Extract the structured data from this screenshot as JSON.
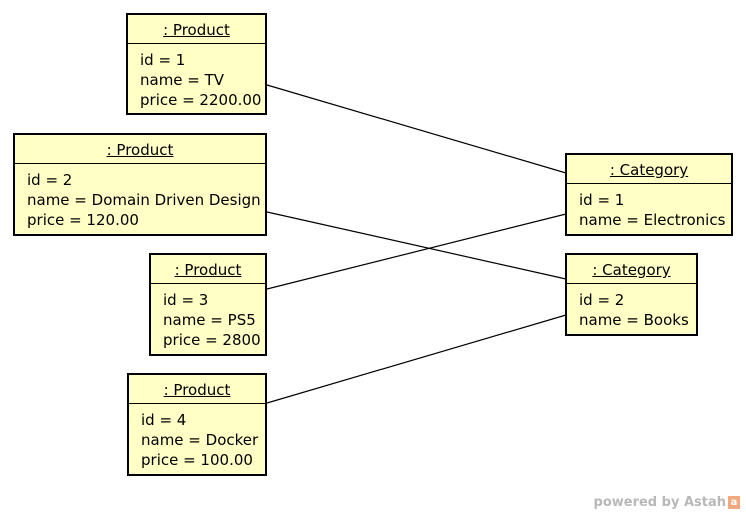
{
  "products": [
    {
      "title": ": Product",
      "attrs": [
        "id = 1",
        "name = TV",
        "price = 2200.00"
      ]
    },
    {
      "title": ": Product",
      "attrs": [
        "id = 2",
        "name = Domain Driven Design",
        "price = 120.00"
      ]
    },
    {
      "title": ": Product",
      "attrs": [
        "id = 3",
        "name = PS5",
        "price = 2800"
      ]
    },
    {
      "title": ": Product",
      "attrs": [
        "id = 4",
        "name = Docker",
        "price = 100.00"
      ]
    }
  ],
  "categories": [
    {
      "title": ": Category",
      "attrs": [
        "id = 1",
        "name = Electronics"
      ]
    },
    {
      "title": ": Category",
      "attrs": [
        "id = 2",
        "name = Books"
      ]
    }
  ],
  "links": [
    {
      "from": "product-1",
      "to": "category-1"
    },
    {
      "from": "product-2",
      "to": "category-2"
    },
    {
      "from": "product-3",
      "to": "category-1"
    },
    {
      "from": "product-4",
      "to": "category-2"
    }
  ],
  "watermark": {
    "text": "powered by Astah",
    "logo": "astah-logo-icon"
  }
}
